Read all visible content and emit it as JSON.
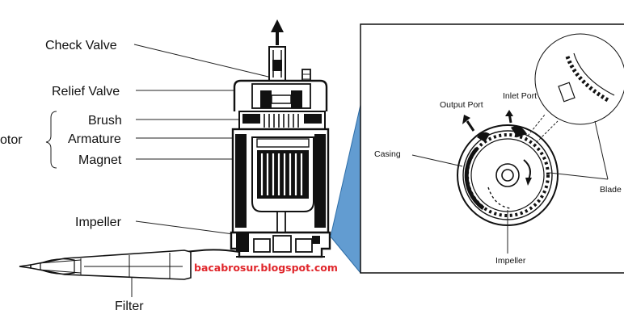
{
  "labels": {
    "check_valve": "Check Valve",
    "relief_valve": "Relief Valve",
    "brush": "Brush",
    "armature": "Armature",
    "magnet": "Magnet",
    "motor": "otor",
    "impeller": "Impeller",
    "filter": "Filter"
  },
  "detail_labels": {
    "output_port": "Output Port",
    "inlet_port": "Inlet Port",
    "casing": "Casing",
    "blade": "Blade",
    "impeller": "Impeller"
  },
  "watermark": "bacabrosur.blogspot.com",
  "colors": {
    "zoom_wedge": "#5a97cf",
    "watermark": "#e0262b",
    "ink": "#111111"
  }
}
